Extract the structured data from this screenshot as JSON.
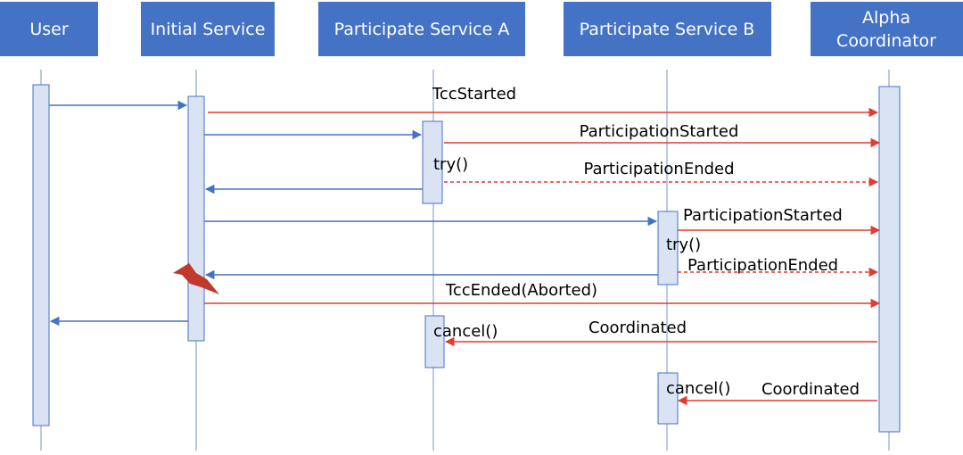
{
  "colors": {
    "actor_fill": "#4472c4",
    "lifeline": "#a5b8d6",
    "activation_fill": "#dae3f3",
    "activation_stroke": "#4472c4",
    "call_arrow": "#4472c4",
    "event_arrow": "#e03c31",
    "failure_icon": "#c0392b"
  },
  "actors": [
    {
      "id": "user",
      "label_lines": [
        "User"
      ]
    },
    {
      "id": "initial",
      "label_lines": [
        "Initial Service"
      ]
    },
    {
      "id": "svc_a",
      "label_lines": [
        "Participate Service A"
      ]
    },
    {
      "id": "svc_b",
      "label_lines": [
        "Participate Service B"
      ]
    },
    {
      "id": "alpha",
      "label_lines": [
        "Alpha",
        "Coordinator"
      ]
    }
  ],
  "messages": [
    {
      "label": "TccStarted"
    },
    {
      "label": "ParticipationStarted"
    },
    {
      "label": "try()"
    },
    {
      "label": "ParticipationEnded"
    },
    {
      "label": "ParticipationStarted"
    },
    {
      "label": "try()"
    },
    {
      "label": "ParticipationEnded"
    },
    {
      "label": "TccEnded(Aborted)"
    },
    {
      "label": "cancel()"
    },
    {
      "label": "Coordinated"
    },
    {
      "label": "cancel()"
    },
    {
      "label": "Coordinated"
    }
  ],
  "icons": {
    "failure": "lightning-bolt-icon"
  }
}
